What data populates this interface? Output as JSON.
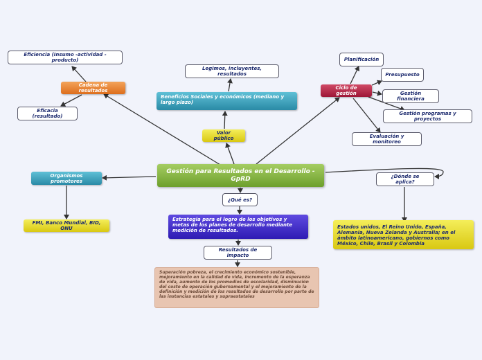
{
  "central": "Gestión para Resultados en el Desarrollo - GpRD",
  "nodes": {
    "eficiencia": "Eficiencia (Insumo -actividad - producto)",
    "cadena": "Cadena de resultados",
    "eficacia": "Eficacia (resultado)",
    "legitimos": "Legimos, incluyentes, resultados",
    "beneficios": "Beneficios Sociales y económicos (mediano y largo plazo)",
    "valor": "Valor público",
    "planificacion": "Planificación",
    "presupuesto": "Presupuesto",
    "ciclo": "Ciclo de gestión",
    "financiera": "Gestión financiera",
    "programas": "Gestión programas y proyectos",
    "evaluacion": "Evaluación y monitoreo",
    "organismos": "Organismos promotores",
    "fmi": "FMI, Banco Mundial, BID, ONU",
    "quees": "¿Qué es?",
    "estrategia": "Estrategia para el logro de los objetivos y metas de los planes de desarrollo mediante medición de resultados.",
    "impacto": "Resultados de impacto",
    "superacion": "Superación pobreza, el crecimiento económico sostenible, mejoramiento en la calidad de vida,  incremento de la esperanza de vida,  aumento de los promedios de escolaridad, disminución del costo de operación gubernamental y el mejoramiento de la definición y medición de los resultados de desarrollo por parte de las instancias estatales y supraestatales",
    "donde": "¿Dónde se aplica?",
    "paises": "Estados unidos, El Reino Unido, España, Alemania, Nueva Zelanda y Australia; en el ámbito latinoamericano, gobiernos como México, Chile, Brasil y Colombia"
  },
  "colors": {
    "background": "#f1f3fb",
    "connector": "#333333",
    "orange": "#dd6d1c",
    "teal": "#2a8aa6",
    "yellow": "#e6dc2a",
    "crimson": "#b02244",
    "green": "#7fae3c",
    "purple": "#3a26c6",
    "beige": "#e8c5b1"
  }
}
